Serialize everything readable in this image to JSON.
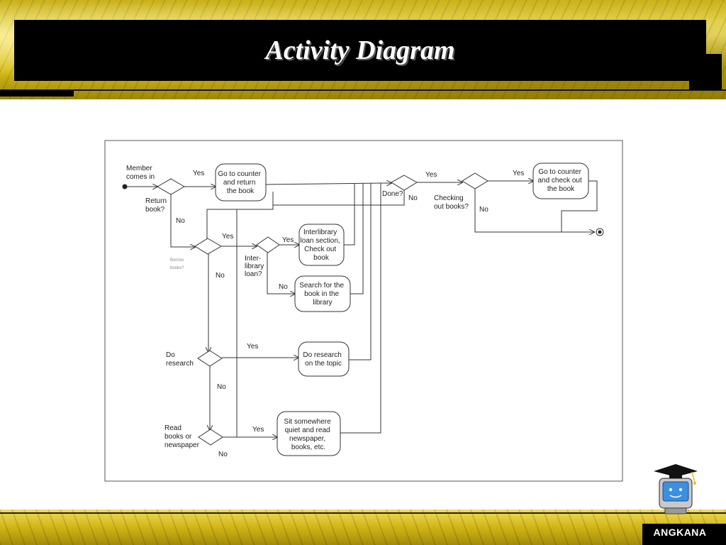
{
  "slide": {
    "title": "Activity Diagram",
    "brand": "ANGKANA"
  },
  "diagram": {
    "start_label": [
      "Member",
      "comes in"
    ],
    "decisions": {
      "return_book": [
        "Return",
        "book?"
      ],
      "borrow_books": [
        "Borrow",
        "books?"
      ],
      "interlibrary": [
        "Inter-",
        "library",
        "loan?"
      ],
      "do_research": [
        "Do",
        "research"
      ],
      "read_books": [
        "Read",
        "books or",
        "newspaper"
      ],
      "done": [
        "Done?"
      ],
      "checking_out": [
        "Checking",
        "out books?"
      ]
    },
    "activities": {
      "return": [
        "Go to counter",
        "and return",
        "the book"
      ],
      "interlibrary": [
        "Interlibrary",
        "loan section,",
        "Check out",
        "book"
      ],
      "search": [
        "Search for the",
        "book in the",
        "library"
      ],
      "research": [
        "Do research",
        "on the topic"
      ],
      "read": [
        "Sit somewhere",
        "quiet and read",
        "newspaper,",
        "books, etc."
      ],
      "checkout": [
        "Go to counter",
        "and check out",
        "the book"
      ]
    },
    "guards": {
      "yes": "Yes",
      "no": "No"
    }
  }
}
